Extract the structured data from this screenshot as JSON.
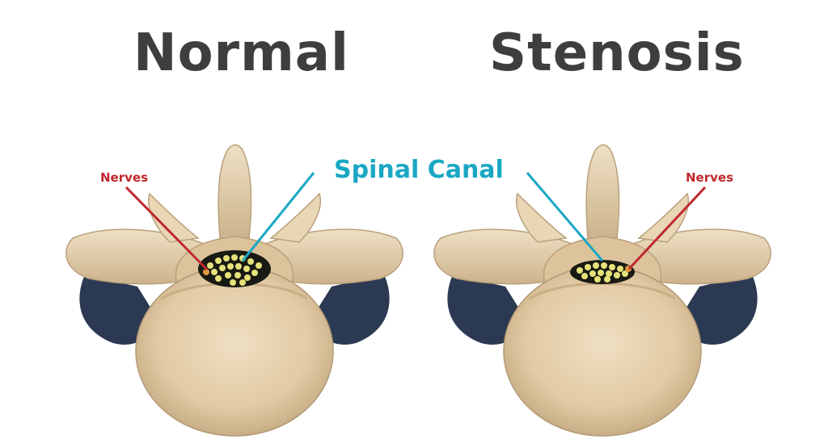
{
  "titles": {
    "normal": "Normal",
    "stenosis": "Stenosis"
  },
  "labels": {
    "spinal_canal": "Spinal Canal",
    "nerves_left": "Nerves",
    "nerves_right": "Nerves"
  },
  "colors": {
    "bone": "#e4cfae",
    "bone_dark": "#b9a07a",
    "bone_light": "#f1e3c9",
    "shadow": "#2b3a52",
    "canal": "#1a1a14",
    "nerve": "#e6e27a",
    "canal_line": "#1aa7c4",
    "nerve_line": "#c0282e",
    "title": "#3e3e3e"
  }
}
